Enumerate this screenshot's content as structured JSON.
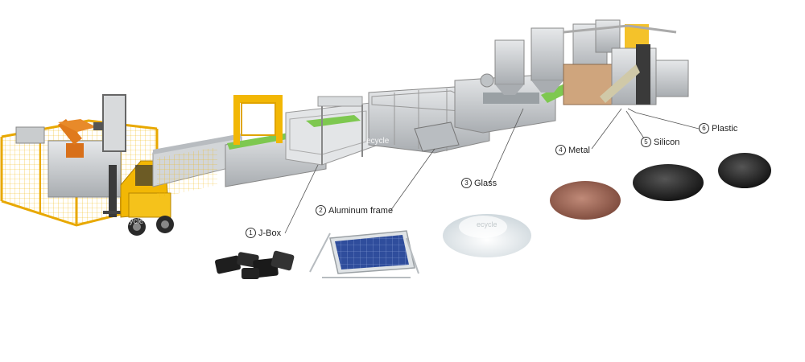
{
  "watermark": "ecycle",
  "labels": [
    {
      "num": "1",
      "text": "J-Box"
    },
    {
      "num": "2",
      "text": "Aluminum frame"
    },
    {
      "num": "3",
      "text": "Glass"
    },
    {
      "num": "4",
      "text": "Metal"
    },
    {
      "num": "5",
      "text": "Silicon"
    },
    {
      "num": "6",
      "text": "Plastic"
    }
  ],
  "colors": {
    "frame_yellow": "#f2b705",
    "steel": "#c9ccce",
    "steel_dark": "#8d9296",
    "conveyor_green": "#7ec850",
    "robot_orange": "#e07a1c",
    "glass_white": "#eef2f4",
    "metal_copper": "#a9705e",
    "silicon_black": "#2b2b2b",
    "plastic_black": "#1e1e1e",
    "panel_blue": "#3a56a8"
  }
}
